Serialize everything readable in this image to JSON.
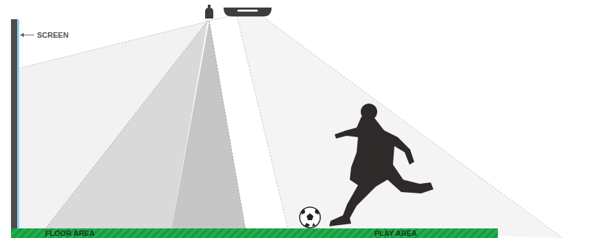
{
  "diagram": {
    "labels": [
      "SCREEN",
      "FLOOR AREA",
      "PLAY AREA"
    ]
  }
}
